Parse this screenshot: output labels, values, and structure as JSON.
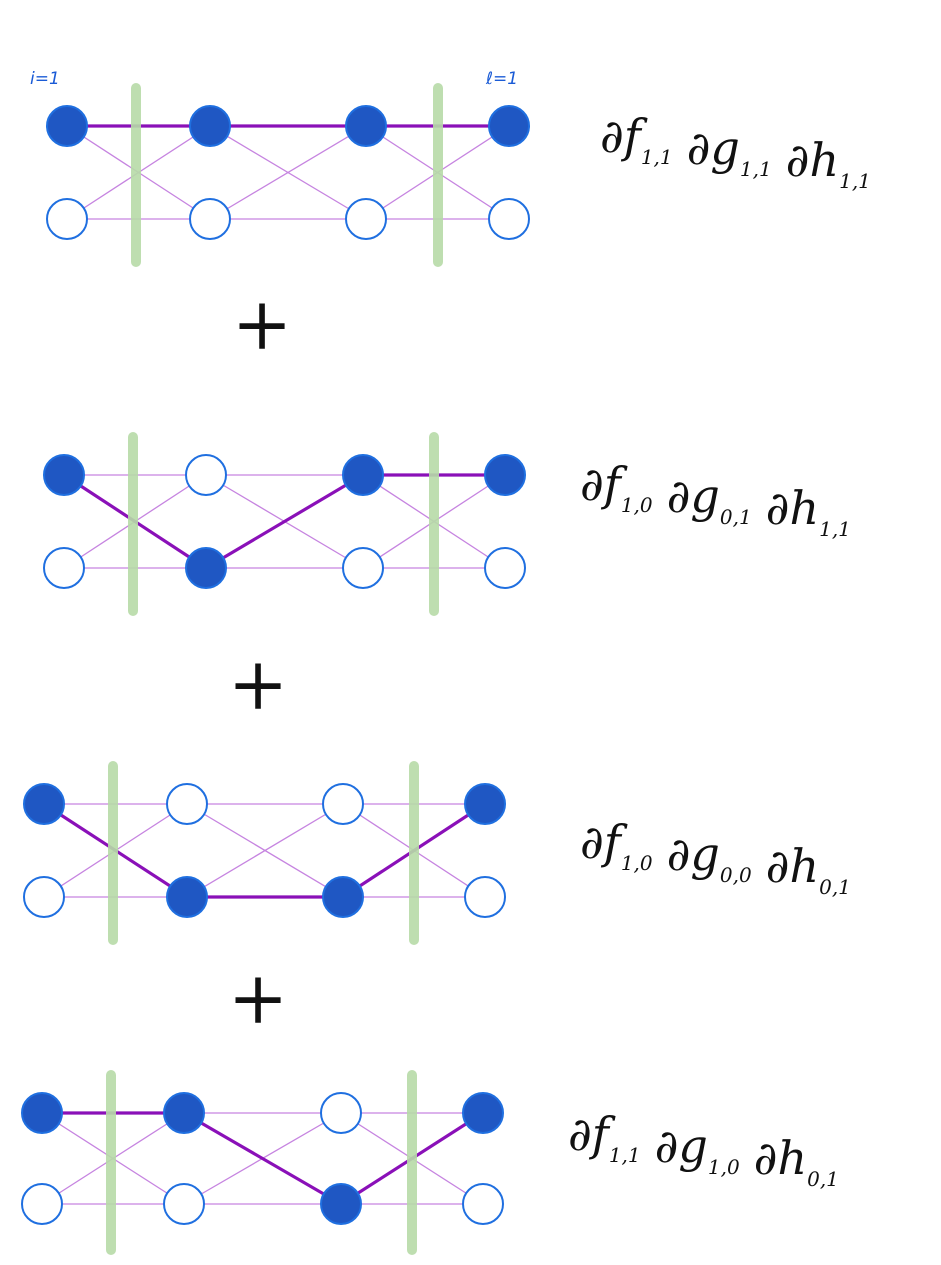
{
  "colors": {
    "node_fill": "#1f57c3",
    "node_stroke": "#1f6fe0",
    "edge": "#c684e0",
    "path": "#8a10b8",
    "separator": "#b7dba8",
    "text": "#111111",
    "label": "#1a5bd6"
  },
  "labels": {
    "left": "i=1",
    "right": "ℓ=1"
  },
  "plus_sign": "+",
  "diagrams": [
    {
      "selected": [
        1,
        1,
        1,
        1
      ],
      "terms": [
        {
          "symbol": "∂f",
          "sub": "1,1"
        },
        {
          "symbol": "∂g",
          "sub": "1,1"
        },
        {
          "symbol": "∂h",
          "sub": "1,1"
        }
      ]
    },
    {
      "selected": [
        1,
        0,
        1,
        1
      ],
      "terms": [
        {
          "symbol": "∂f",
          "sub": "1,0"
        },
        {
          "symbol": "∂g",
          "sub": "0,1"
        },
        {
          "symbol": "∂h",
          "sub": "1,1"
        }
      ]
    },
    {
      "selected": [
        1,
        0,
        0,
        1
      ],
      "terms": [
        {
          "symbol": "∂f",
          "sub": "1,0"
        },
        {
          "symbol": "∂g",
          "sub": "0,0"
        },
        {
          "symbol": "∂h",
          "sub": "0,1"
        }
      ]
    },
    {
      "selected": [
        1,
        1,
        0,
        1
      ],
      "terms": [
        {
          "symbol": "∂f",
          "sub": "1,1"
        },
        {
          "symbol": "∂g",
          "sub": "1,0"
        },
        {
          "symbol": "∂h",
          "sub": "0,1"
        }
      ]
    }
  ]
}
